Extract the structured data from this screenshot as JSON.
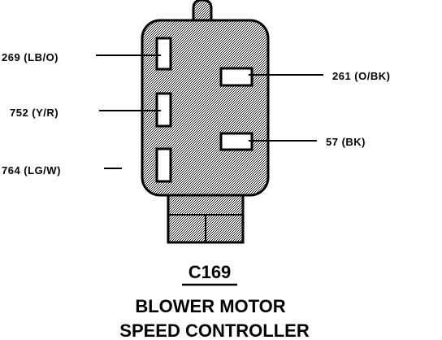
{
  "connector": {
    "id": "C169",
    "name_line1": "BLOWER MOTOR",
    "name_line2": "SPEED CONTROLLER",
    "shading_color": "#7a7a7a"
  },
  "pins": [
    {
      "key": "left-1",
      "circuit": "269",
      "color_code": "(LB/O)",
      "label": "269 (LB/O)"
    },
    {
      "key": "left-2",
      "circuit": "752",
      "color_code": "(Y/R)",
      "label": "752 (Y/R)"
    },
    {
      "key": "left-3",
      "circuit": "764",
      "color_code": "(LG/W)",
      "label": "764 (LG/W)"
    },
    {
      "key": "right-1",
      "circuit": "261",
      "color_code": "(O/BK)",
      "label": "261 (O/BK)"
    },
    {
      "key": "right-2",
      "circuit": "57",
      "color_code": "(BK)",
      "label": "57 (BK)"
    }
  ]
}
